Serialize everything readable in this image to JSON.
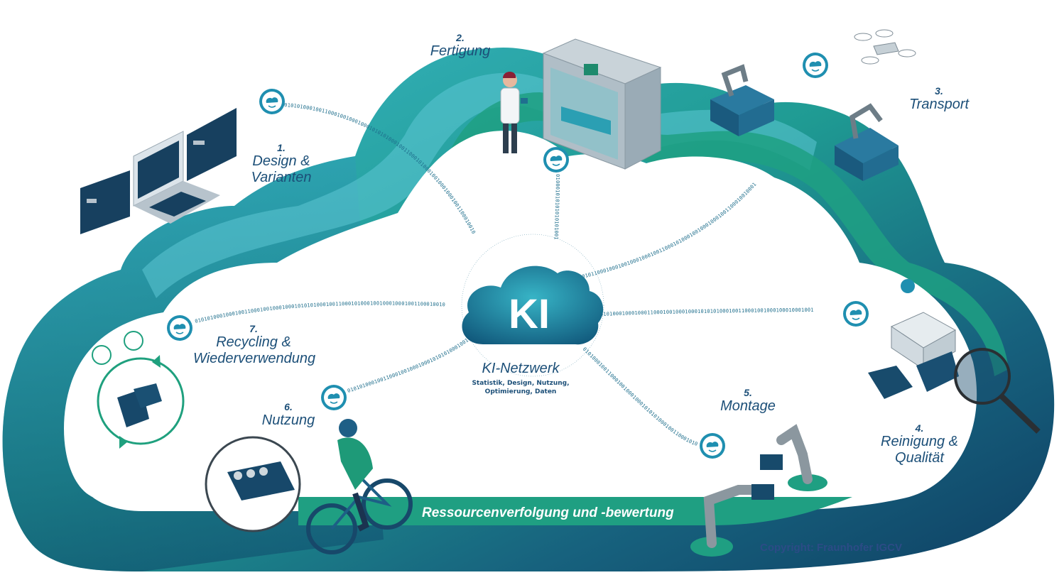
{
  "center": {
    "logo_text": "KI",
    "title": "KI-Netzwerk",
    "subtitle_line1": "Statistik, Design, Nutzung,",
    "subtitle_line2": "Optimierung, Daten"
  },
  "steps": [
    {
      "number": "1.",
      "line1": "Design &",
      "line2": "Varianten"
    },
    {
      "number": "2.",
      "line1": "Fertigung",
      "line2": ""
    },
    {
      "number": "3.",
      "line1": "Transport",
      "line2": ""
    },
    {
      "number": "4.",
      "line1": "Reinigung &",
      "line2": "Qualität"
    },
    {
      "number": "5.",
      "line1": "Montage",
      "line2": ""
    },
    {
      "number": "6.",
      "line1": "Nutzung",
      "line2": ""
    },
    {
      "number": "7.",
      "line1": "Recycling &",
      "line2": "Wiederverwendung"
    }
  ],
  "binary": {
    "link1": "0101010001001100010010001000101010100010011000101000100100010001001100010010",
    "link2": "010001010101010101001",
    "link3": "0101100010001001000100010011000101000100100010001001100010010001",
    "link4": "01010001000100011000100100010001010101000100110001001000100010001001",
    "link5": "01010001001100010010001000101010100010011000101000100010100010100",
    "link6": "0101010001001100010010001000101010100010011000",
    "link7": "01010100010001001100010010001000101010100010011000101000100100010001001100010010",
    "ring": "01001000100110001001000100010101010001001100010100010010001000100110001001000100010101010001001100010100"
  },
  "band_text": "Ressourcenverfolgung und -bewertung",
  "copyright": "Copyright: Fraunhofer IGCV",
  "colors": {
    "teal": "#1a9f8a",
    "cyan": "#3bb9c6",
    "navy": "#0f4c6e",
    "label": "#1c4f78"
  }
}
